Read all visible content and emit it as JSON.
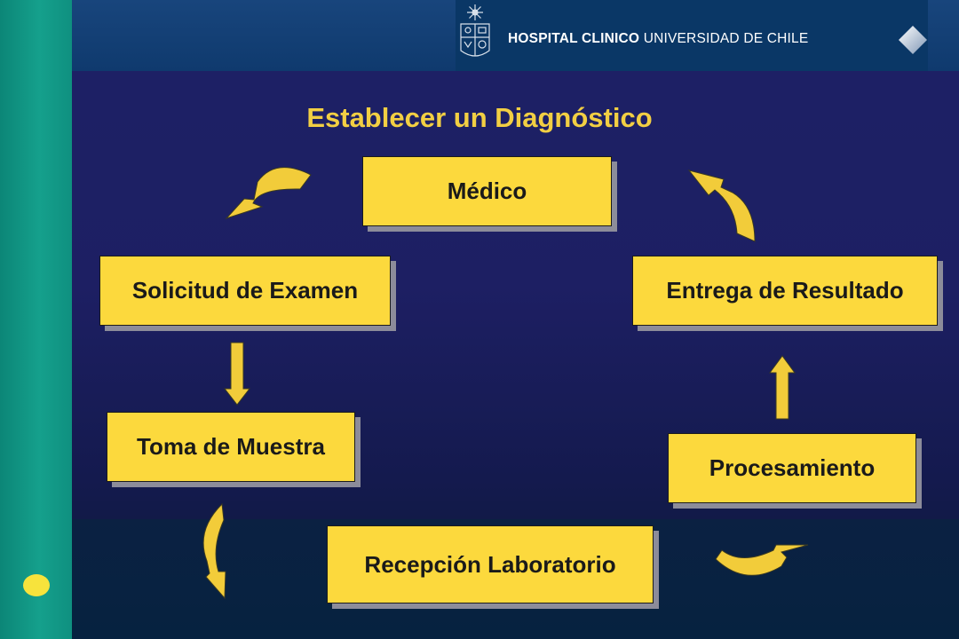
{
  "header": {
    "logo_bold": "HOSPITAL CLINICO",
    "logo_light": "UNIVERSIDAD DE CHILE"
  },
  "title": "Establecer un Diagnóstico",
  "nodes": {
    "medico": "Médico",
    "solicitud": "Solicitud de Examen",
    "entrega": "Entrega de Resultado",
    "toma": "Toma de Muestra",
    "procesamiento": "Procesamiento",
    "recepcion": "Recepción Laboratorio"
  },
  "colors": {
    "node_fill": "#fcd93d",
    "arrow_fill": "#f2cc3a",
    "title": "#f2cf43",
    "background": "#1d2166",
    "left_bar": "#15a08c"
  },
  "icons": [
    "university-crest-icon",
    "diamond-logo-icon",
    "curved-arrow-icon",
    "straight-arrow-icon"
  ]
}
